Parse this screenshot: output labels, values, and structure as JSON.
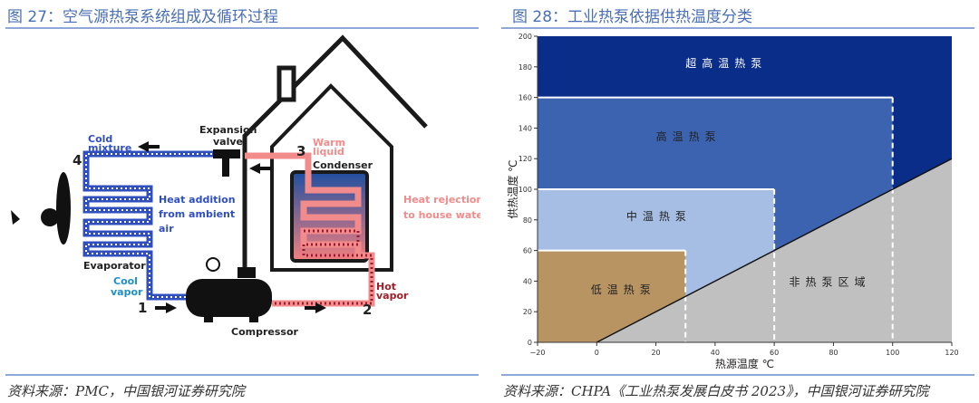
{
  "left_figure": {
    "title": "图 27：空气源热泵系统组成及循环过程",
    "source": "资料来源：PMC，中国银河证券研究院",
    "labels": {
      "cold_mixture_1": "Cold",
      "cold_mixture_2": "mixture",
      "expansion_1": "Expansion",
      "expansion_2": "valve",
      "step3": "3",
      "warm_1": "Warm",
      "warm_2": "liquid",
      "condenser": "Condenser",
      "heat_rej_1": "Heat rejection",
      "heat_rej_2": "to house water",
      "step4": "4",
      "heat_add_1": "Heat addition",
      "heat_add_2": "from ambient",
      "heat_add_3": "air",
      "evaporator": "Evaporator",
      "cool_1": "Cool",
      "cool_2": "vapor",
      "step1": "1",
      "step2": "2",
      "hot_1": "Hot",
      "hot_2": "vapor",
      "compressor": "Compressor"
    }
  },
  "right_figure": {
    "title": "图 28：工业热泵依据供热温度分类",
    "source": "资料来源：CHPA《工业热泵发展白皮书 2023》，中国银河证券研究院"
  },
  "chart_data": {
    "type": "area",
    "xlabel": "热源温度 ℃",
    "ylabel": "供热温度 ℃",
    "xlim": [
      -20,
      120
    ],
    "ylim": [
      0,
      200
    ],
    "xticks": [
      -20,
      0,
      20,
      40,
      60,
      80,
      100,
      120
    ],
    "yticks": [
      0,
      20,
      40,
      60,
      80,
      100,
      120,
      140,
      160,
      180,
      200
    ],
    "boundary_line": {
      "from": [
        0,
        0
      ],
      "to": [
        120,
        120
      ]
    },
    "regions": [
      {
        "name": "超高温热泵",
        "color": "#0a2d8a",
        "supply_max": 200,
        "source_max": 120,
        "label_at": [
          30,
          180
        ]
      },
      {
        "name": "高温热泵",
        "color": "#3b63b0",
        "supply_max": 160,
        "source_max": 100,
        "label_at": [
          20,
          132
        ]
      },
      {
        "name": "中温热泵",
        "color": "#a6bde4",
        "supply_max": 100,
        "source_max": 60,
        "label_at": [
          10,
          80
        ]
      },
      {
        "name": "低温热泵",
        "color": "#b89463",
        "supply_max": 60,
        "source_max": 30,
        "label_at": [
          -2,
          32
        ]
      },
      {
        "name": "非热泵区域",
        "color": "#c0c0c0",
        "label_at": [
          65,
          37
        ]
      }
    ]
  }
}
